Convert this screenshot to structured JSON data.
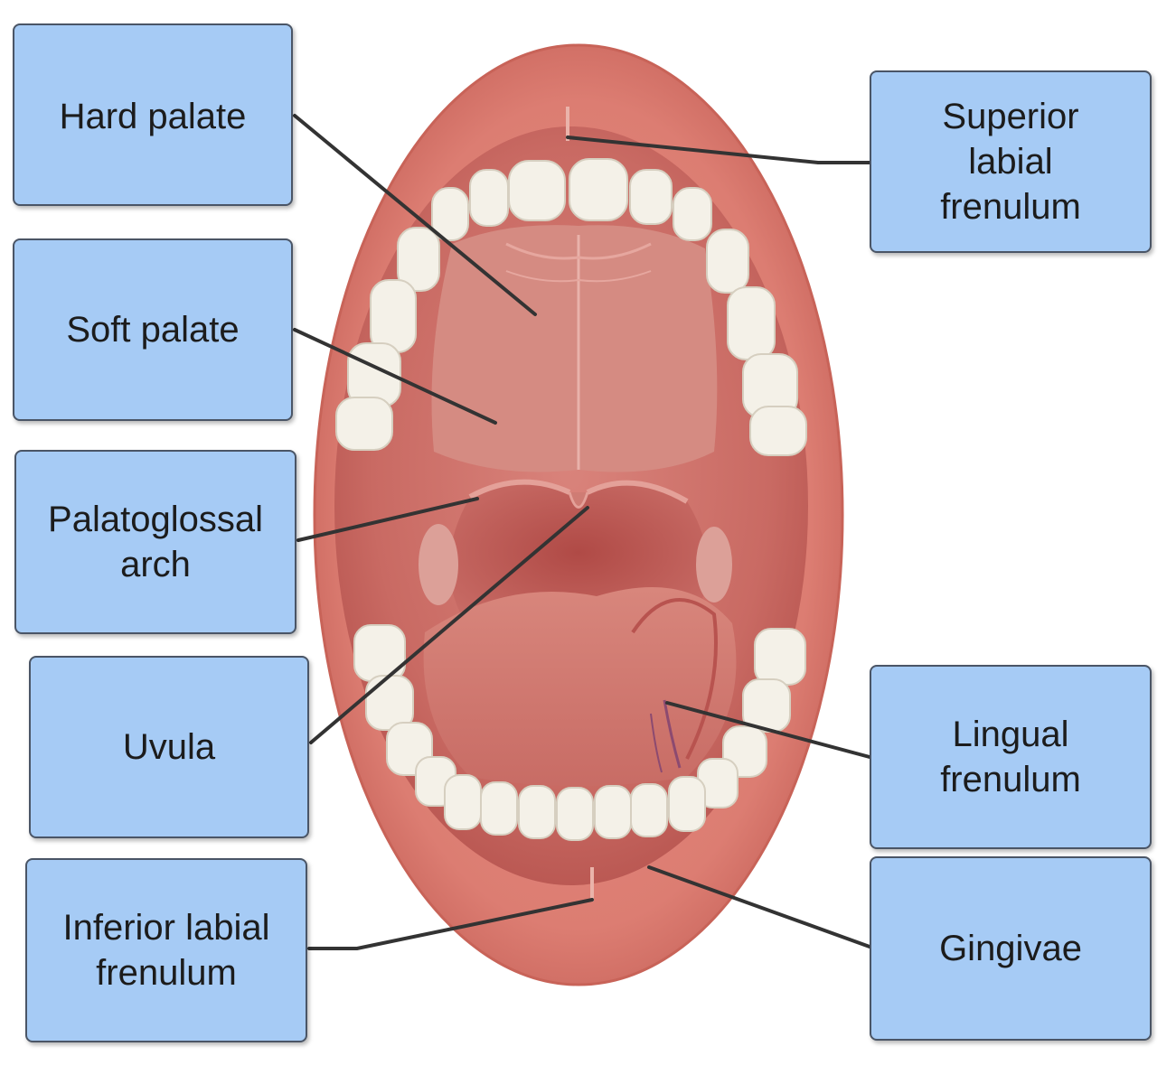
{
  "labels": {
    "hard_palate": "Hard palate",
    "soft_palate": "Soft palate",
    "palatoglossal_arch": "Palatoglossal\narch",
    "uvula": "Uvula",
    "inferior_labial_frenulum": "Inferior labial\nfrenulum",
    "superior_labial_frenulum": "Superior\nlabial\nfrenulum",
    "lingual_frenulum": "Lingual\nfrenulum",
    "gingivae": "Gingivae"
  },
  "colors": {
    "label_fill": "#a6cbf5",
    "label_border": "#4a5566",
    "lip": "#d9776a",
    "mouth_interior": "#c9605a",
    "teeth": "#f4f1e8",
    "leader_line": "#333333"
  }
}
